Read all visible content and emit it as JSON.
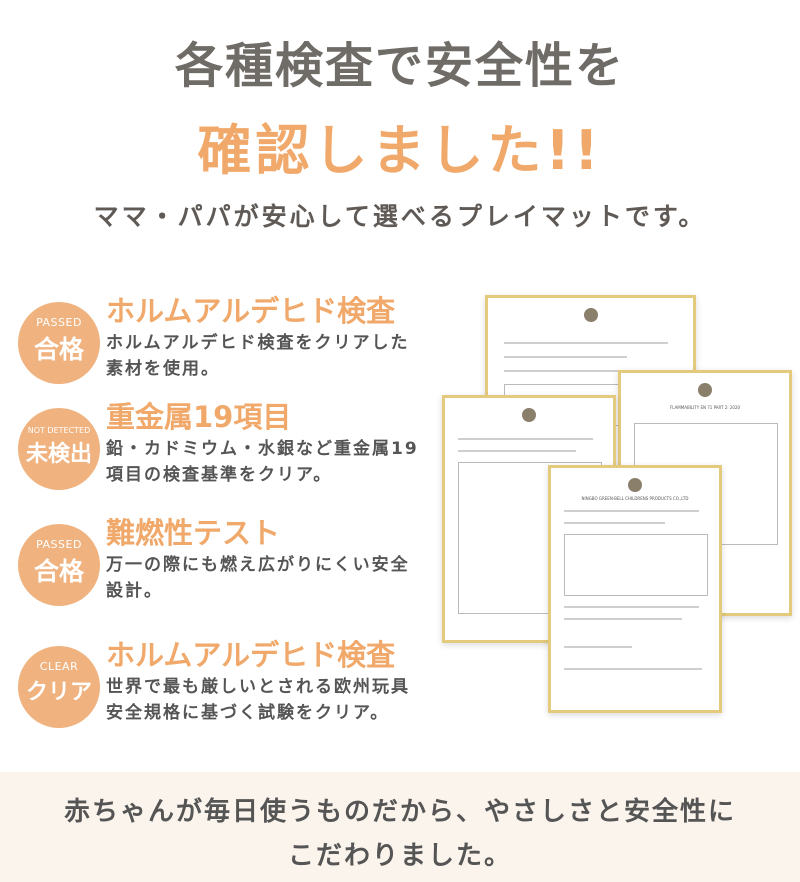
{
  "heading": {
    "line1": "各種検査で安全性を",
    "line2": "確認しました!!",
    "lead": "ママ・パパが安心して選べるプレイマットです。"
  },
  "features": [
    {
      "badge_small": "PASSED",
      "badge_big": "合格",
      "title": "ホルムアルデヒド検査",
      "desc": "ホルムアルデヒド検査をクリアした素材を使用。"
    },
    {
      "badge_small": "NOT DETECTED",
      "badge_big": "未検出",
      "title": "重金属19項目",
      "desc": "鉛・カドミウム・水銀など重金属19項目の検査基準をクリア。"
    },
    {
      "badge_small": "PASSED",
      "badge_big": "合格",
      "title": "難燃性テスト",
      "desc": "万一の際にも燃え広がりにくい安全設計。"
    },
    {
      "badge_small": "CLEAR",
      "badge_big": "クリア",
      "title": "ホルムアルデヒド検査",
      "desc": "世界で最も厳しいとされる欧州玩具安全規格に基づく試験をクリア。"
    }
  ],
  "documents": {
    "front_header": "NINGBO GREEN-BELL CHILDRENS PRODUCTS CO.,LTD",
    "back_right_header": "FLAMMABILITY EN 71 PART 2: 2020"
  },
  "footer": {
    "line1": "赤ちゃんが毎日使うものだから、やさしさと安全性に",
    "line2": "こだわりました。"
  },
  "colors": {
    "accent": "#f0a96a",
    "badge": "#f0b27e",
    "heading": "#6f6b66",
    "footer_bg": "#fbf4ec",
    "doc_border": "#e4ca7c"
  }
}
